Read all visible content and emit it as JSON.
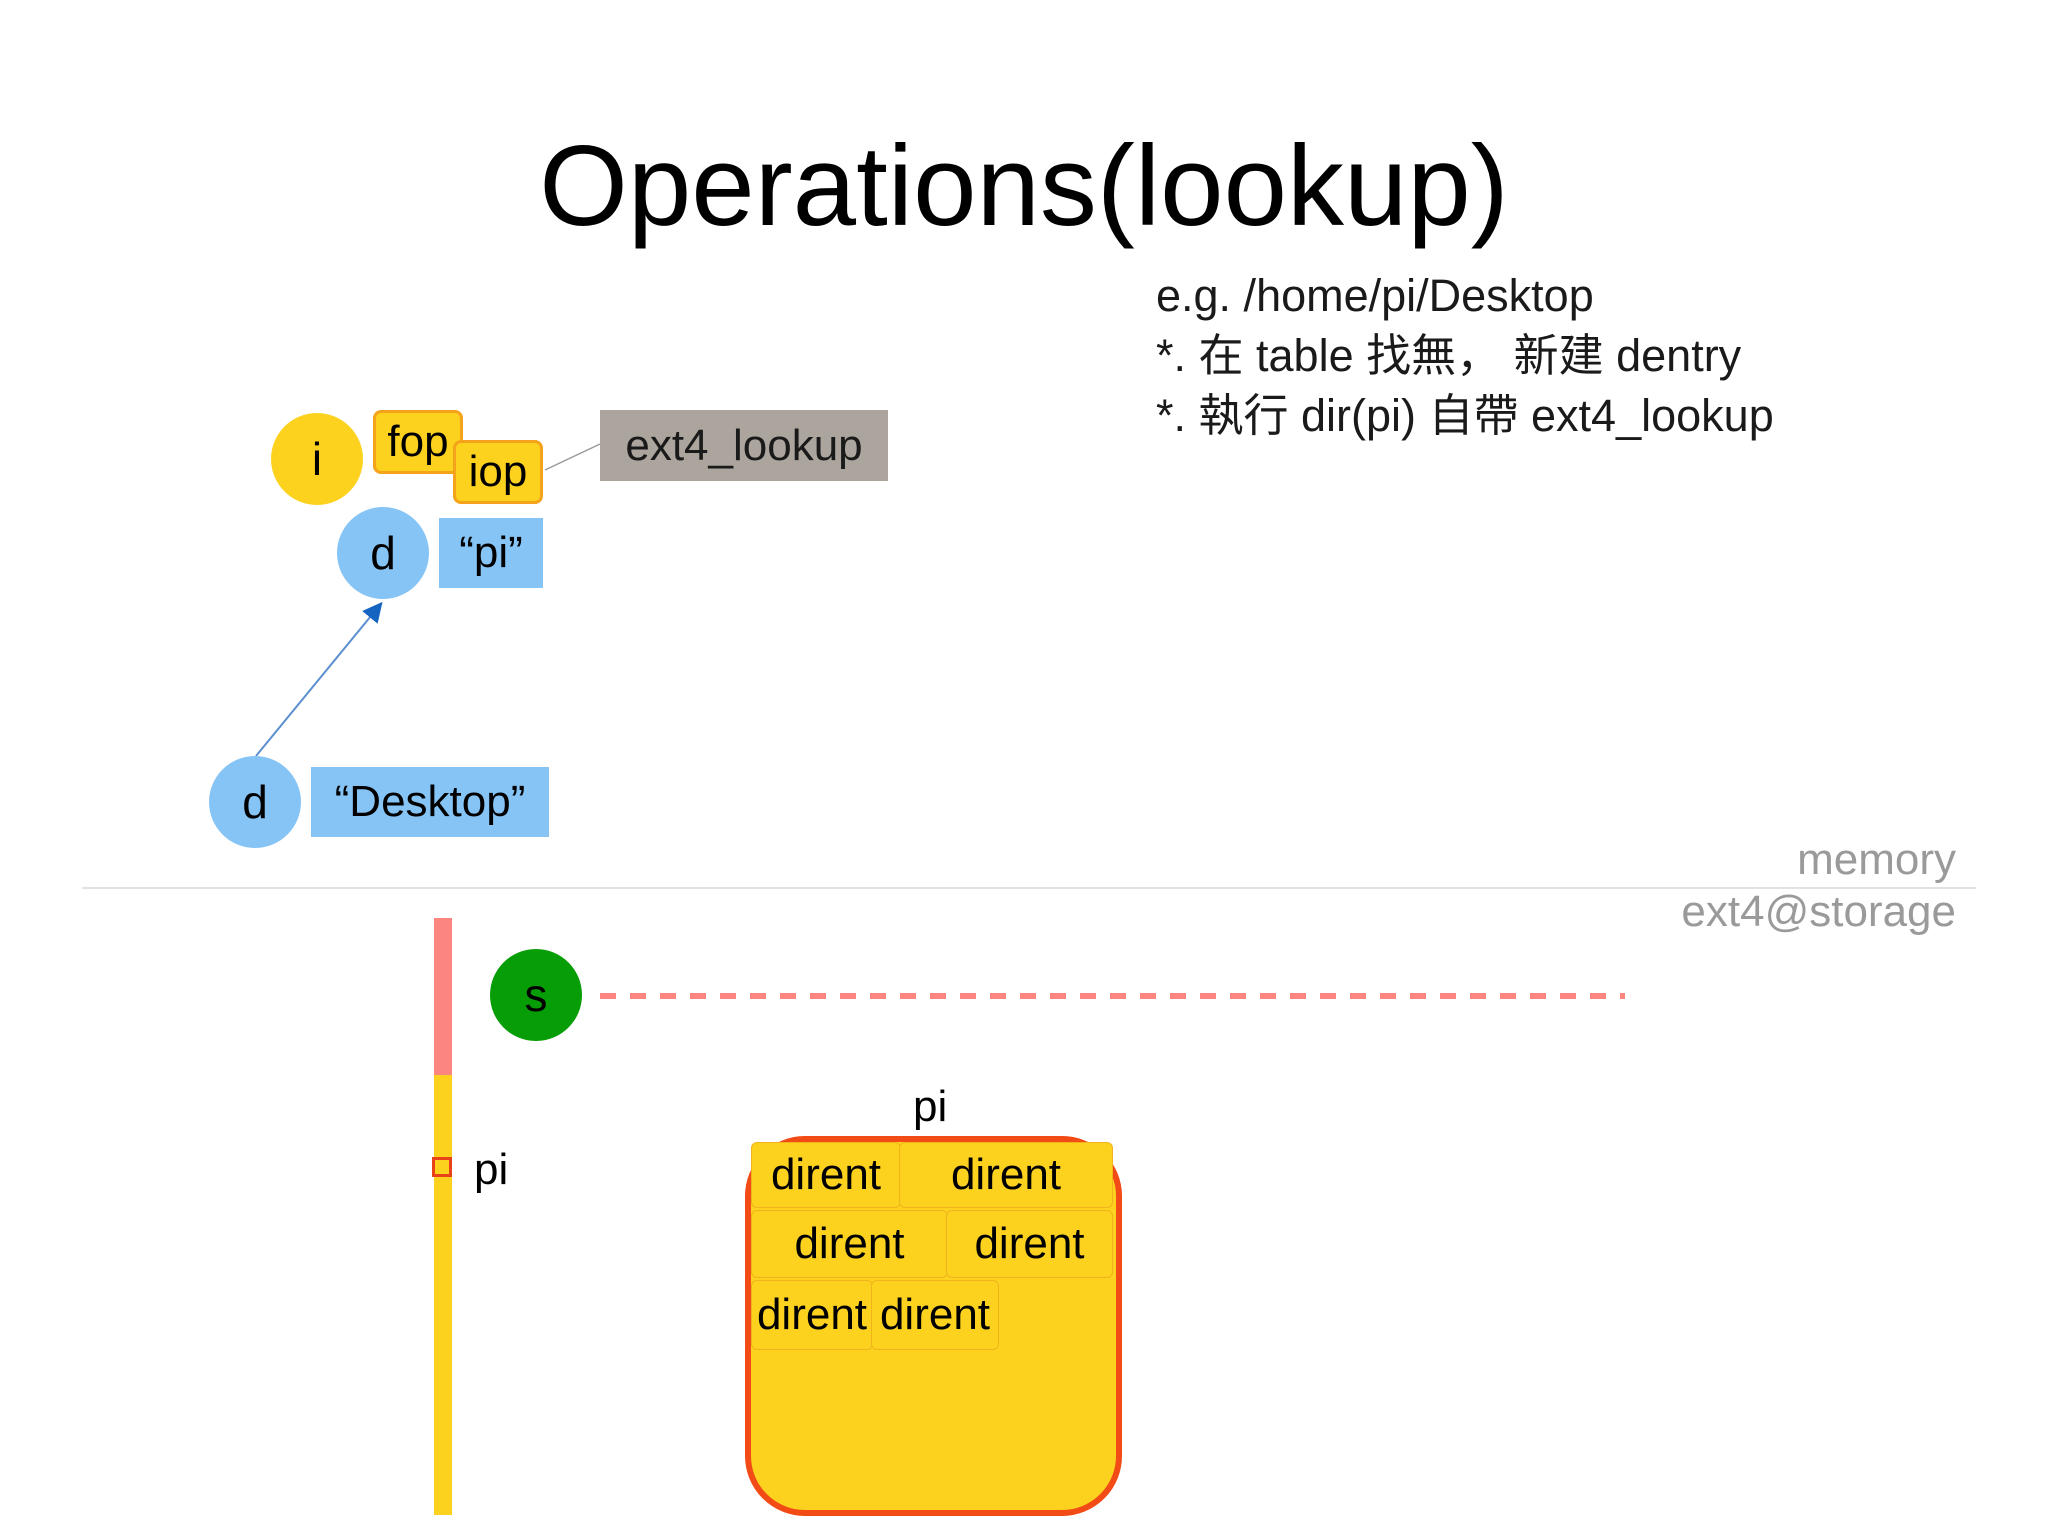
{
  "title": "Operations(lookup)",
  "notes": [
    "e.g. /home/pi/Desktop",
    "*.  在 table 找無， 新建 dentry",
    "*.  執行 dir(pi) 自帶 ext4_lookup"
  ],
  "memory": {
    "inode": {
      "label": "i"
    },
    "fop": "fop",
    "iop": "iop",
    "ext4_lookup": "ext4_lookup",
    "dentry_pi": {
      "label": "d",
      "name": "“pi”"
    },
    "dentry_desktop": {
      "label": "d",
      "name": "“Desktop”"
    }
  },
  "regions": {
    "memory": "memory",
    "storage": "ext4@storage"
  },
  "storage": {
    "superblock": "s",
    "inode_marker_label": "pi",
    "block_label": "pi",
    "dirents": [
      "dirent",
      "dirent",
      "dirent",
      "dirent",
      "dirent",
      "dirent"
    ]
  },
  "colors": {
    "yellow": "#fcd21f",
    "blue": "#86c4f6",
    "green": "#069d06",
    "gray": "#aca59d",
    "red": "#f24b16",
    "pink": "#fd8580"
  }
}
